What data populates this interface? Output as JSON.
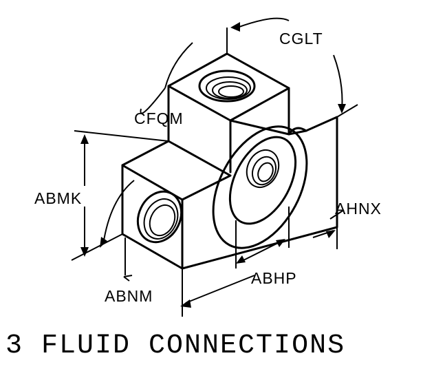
{
  "labels": {
    "cglt": "CGLT",
    "cfqm": "CFQM",
    "abmk": "ABMK",
    "ahnx": "AHNX",
    "abhp": "ABHP",
    "abnm": "ABNM"
  },
  "caption": "3 FLUID CONNECTIONS",
  "colors": {
    "ink": "#000000",
    "background": "#ffffff"
  }
}
